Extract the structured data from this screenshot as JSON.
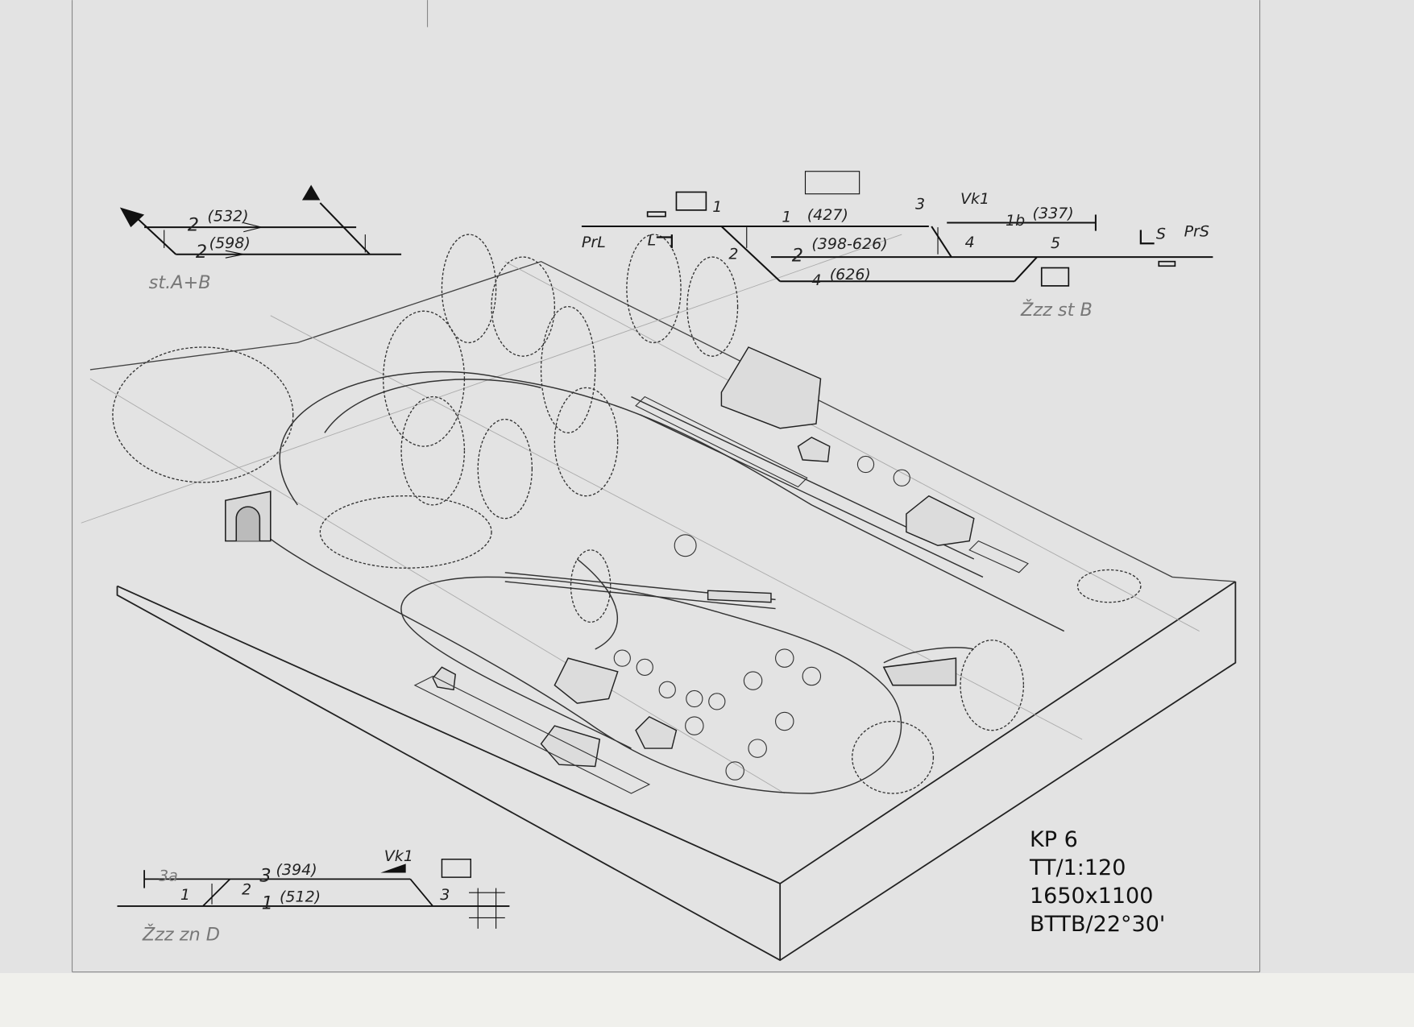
{
  "info_block": {
    "lines": [
      "KP 6",
      "TT/1:120",
      "1650x1100",
      "BTTB/22°30'"
    ]
  },
  "schematic_station_ab": {
    "label": "st.A+B",
    "tracks": [
      {
        "number": "2",
        "length": "(532)"
      },
      {
        "number": "2",
        "length": "(598)"
      }
    ]
  },
  "schematic_station_b": {
    "label": "Žzz st B",
    "tracks": [
      {
        "number": "1",
        "length": "(427)"
      },
      {
        "number": "1b",
        "length": "(337)"
      },
      {
        "number": "2",
        "length": "(398-626)"
      },
      {
        "number": "4",
        "length": "(626)"
      }
    ],
    "signals": [
      "PrL",
      "L",
      "S",
      "PrS",
      "Vk1"
    ],
    "switches": [
      "1",
      "2",
      "3",
      "4",
      "5"
    ]
  },
  "schematic_stop_d": {
    "label": "Žzz zn D",
    "tracks": [
      {
        "number": "3a",
        "length": ""
      },
      {
        "number": "3",
        "length": "(394)"
      },
      {
        "number": "1",
        "length": "(512)"
      }
    ],
    "signals": [
      "Vk1"
    ],
    "switches": [
      "1",
      "2",
      "3"
    ]
  }
}
